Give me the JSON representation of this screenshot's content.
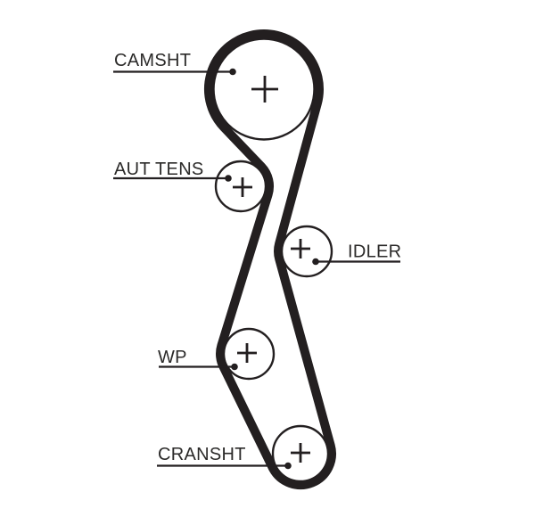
{
  "diagram": {
    "type": "timing-belt-routing",
    "background_color": "#ffffff",
    "belt_color": "#231f20",
    "line_color": "#231f20",
    "text_color": "#2b2a29",
    "pulleys": [
      {
        "id": "camshaft",
        "label": "CAMSHT"
      },
      {
        "id": "aut-tens",
        "label": "AUT TENS"
      },
      {
        "id": "idler",
        "label": "IDLER"
      },
      {
        "id": "water-pump",
        "label": "WP"
      },
      {
        "id": "crankshaft",
        "label": "CRANSHT"
      }
    ]
  }
}
